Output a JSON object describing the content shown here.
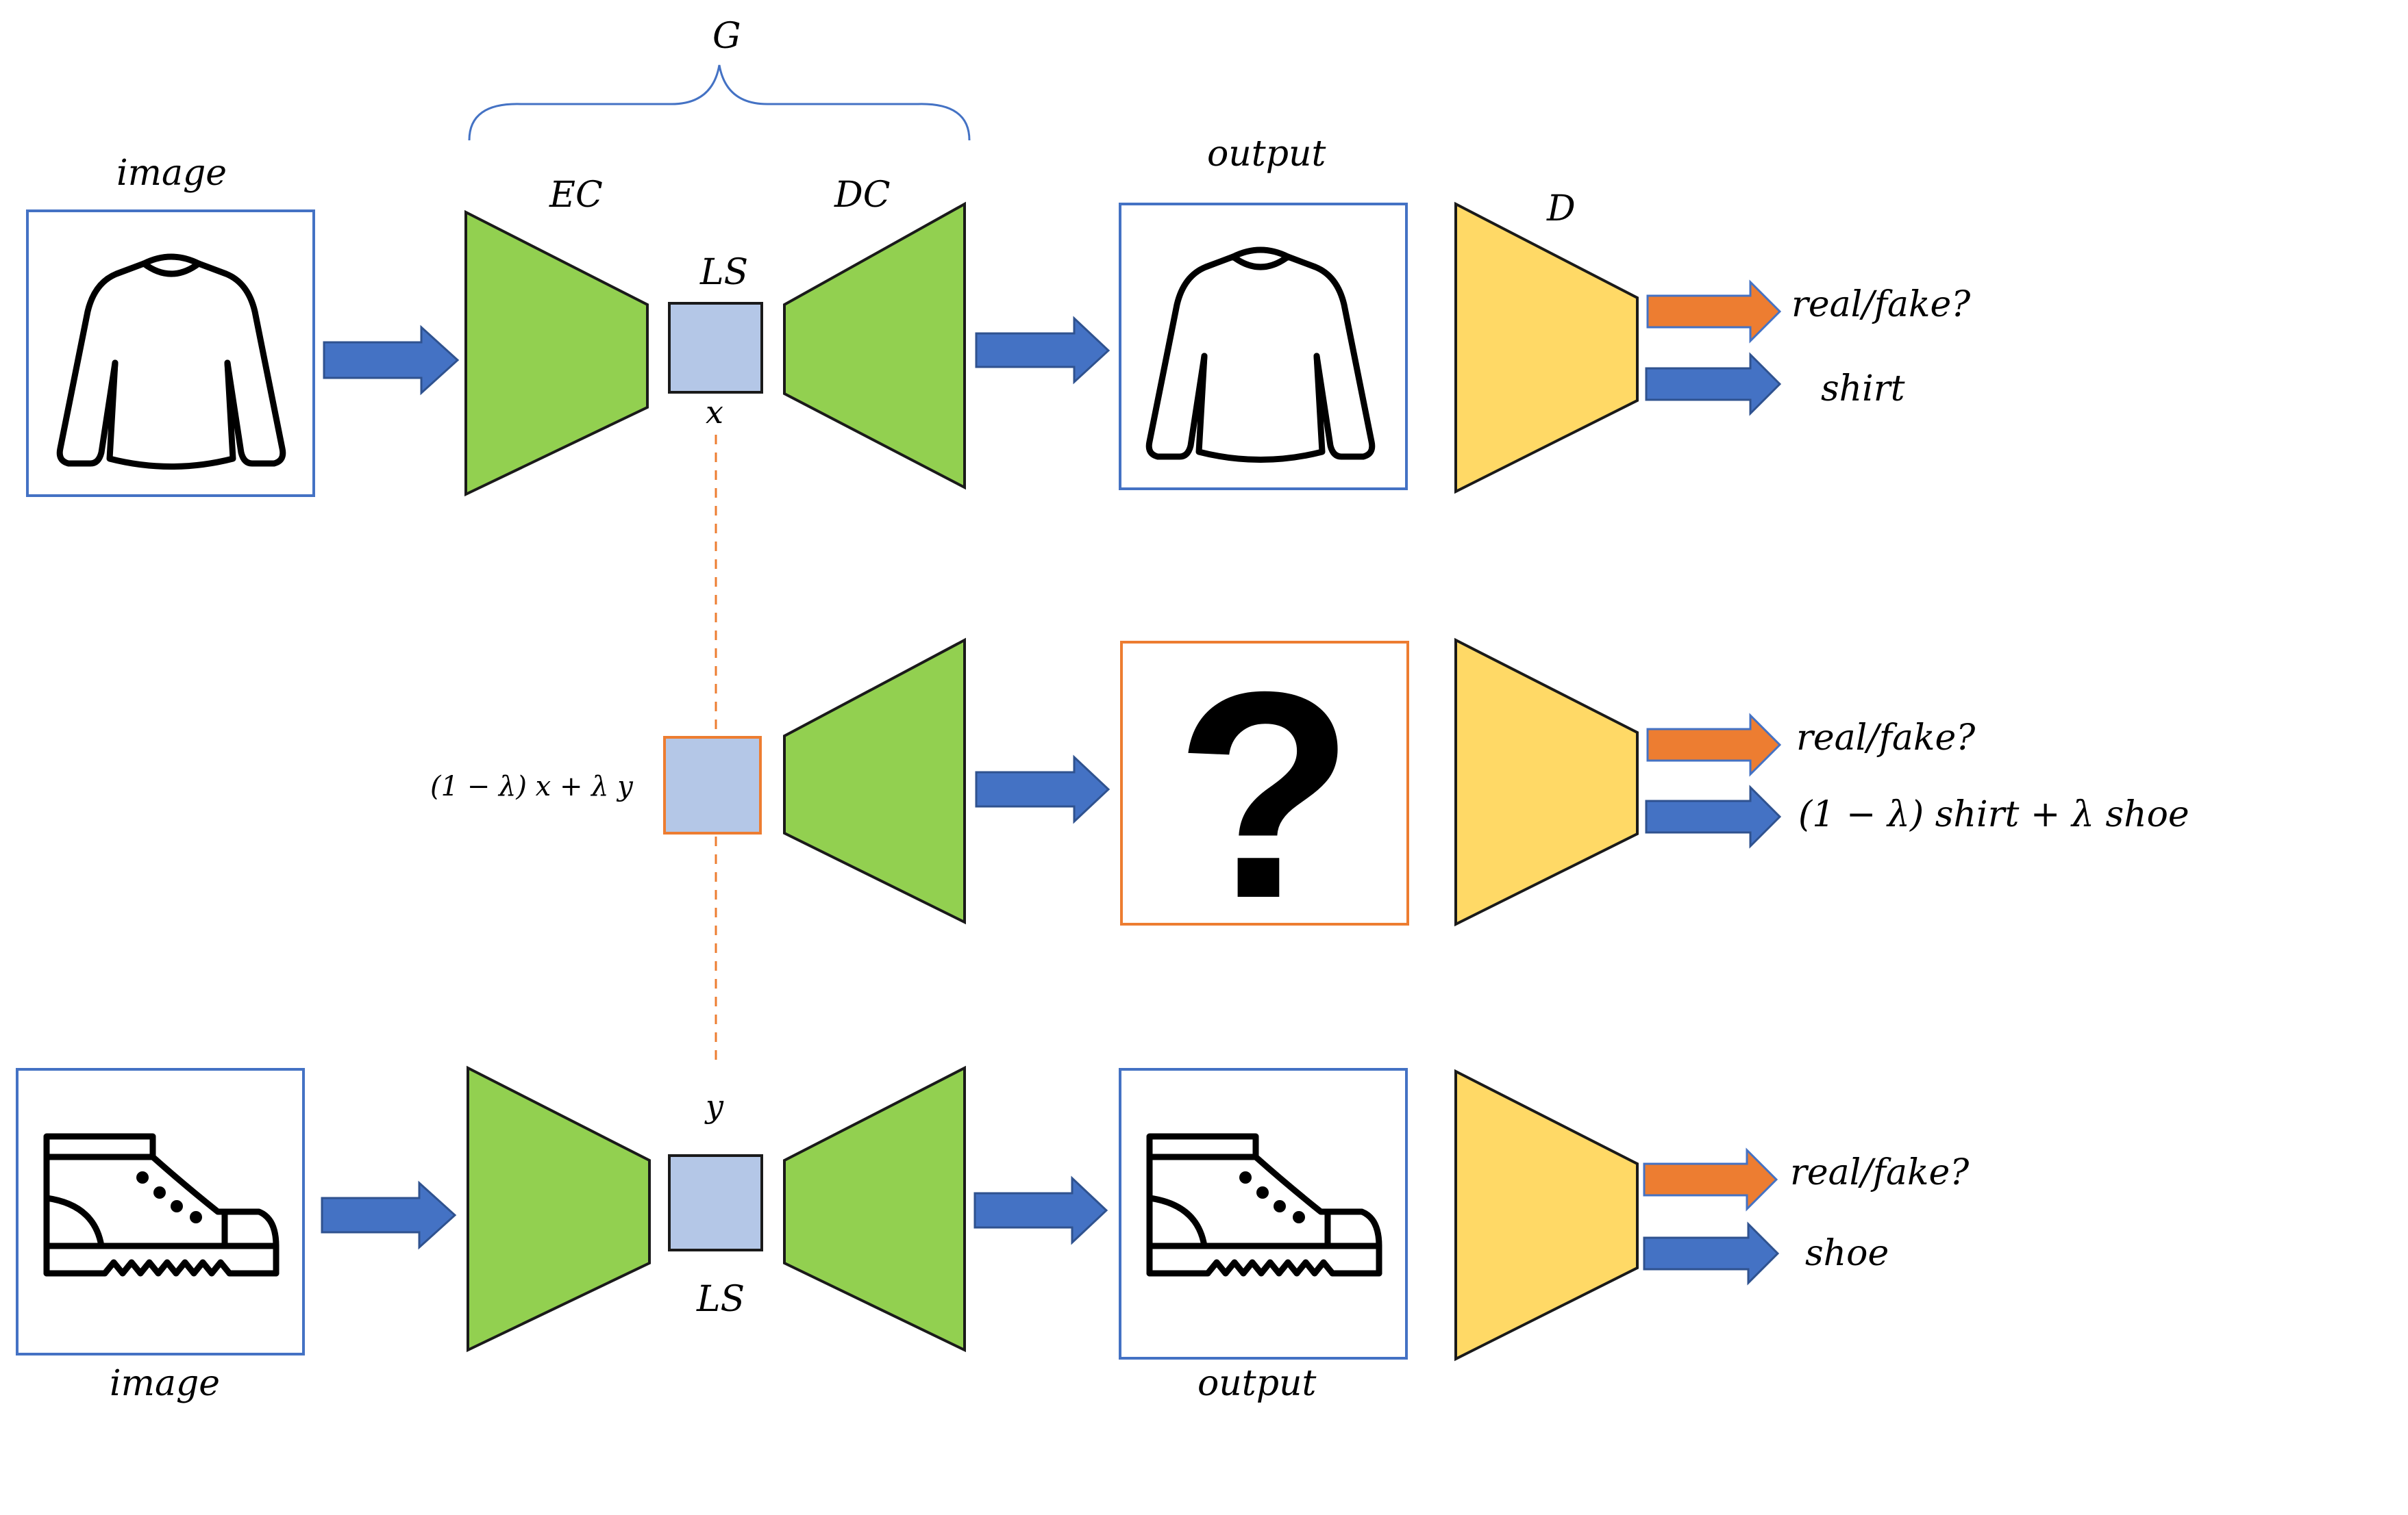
{
  "colors": {
    "encoder_decoder": "#92D050",
    "discriminator": "#FFD966",
    "latent_box": "#B4C7E7",
    "frame_blue": "#4472C4",
    "frame_orange": "#ED7D31",
    "arrow_blue": "#4472C4",
    "arrow_orange": "#ED7D31"
  },
  "labels": {
    "generator": "G",
    "encoder": "EC",
    "decoder": "DC",
    "discriminator": "D",
    "latent_top": "LS",
    "latent_bottom": "LS",
    "x_var": "x",
    "y_var": "y",
    "mix_formula": "(1 − λ) x + λ y",
    "mix_output_glyph": "?"
  },
  "rows": [
    {
      "input_label": "image",
      "input_icon": "shirt-icon",
      "output_label": "output",
      "output_icon": "shirt-icon",
      "disc_outputs": [
        "real/fake?",
        "shirt"
      ]
    },
    {
      "output_icon": "question-mark-icon",
      "disc_outputs": [
        "real/fake?",
        "(1 − λ) shirt + λ shoe"
      ]
    },
    {
      "input_label": "image",
      "input_icon": "boot-icon",
      "output_label": "output",
      "output_icon": "boot-icon",
      "disc_outputs": [
        "real/fake?",
        "shoe"
      ]
    }
  ]
}
